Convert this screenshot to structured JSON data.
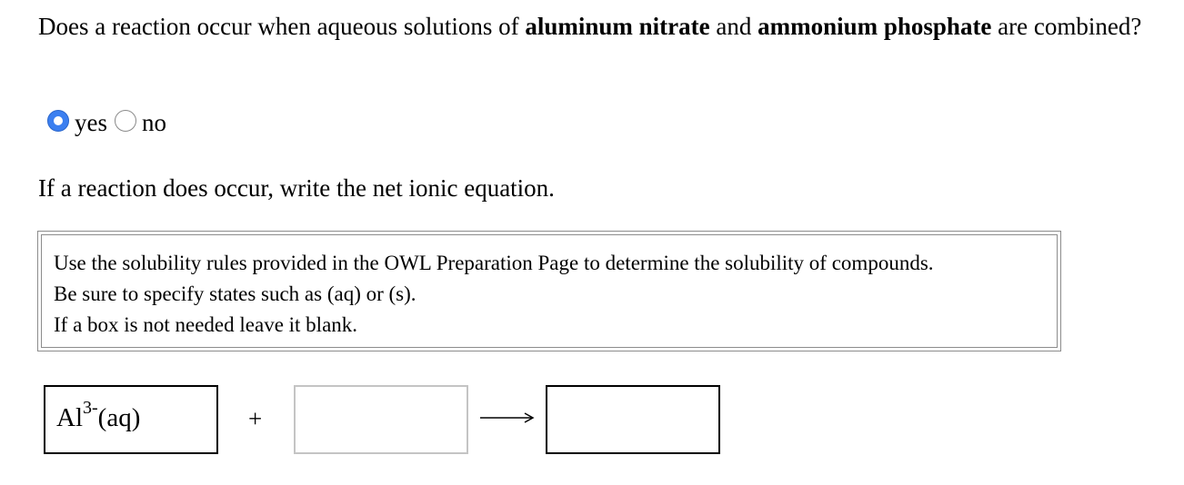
{
  "question": {
    "part1": "Does a reaction occur when aqueous solutions of ",
    "reactant1": "aluminum nitrate",
    "part2": " and ",
    "reactant2": "ammonium phosphate",
    "part3": " are combined?"
  },
  "answer_options": [
    {
      "label": "yes",
      "checked": true
    },
    {
      "label": "no",
      "checked": false
    }
  ],
  "instruction": "If a reaction does occur, write the net ionic equation.",
  "rules": [
    "Use the solubility rules provided in the OWL Preparation Page to determine the solubility of compounds.",
    "Be sure to specify states such as (aq) or (s).",
    "If a box is not needed leave it blank."
  ],
  "equation": {
    "reactant1": {
      "symbol": "Al",
      "charge": "3-",
      "state": "(aq)"
    },
    "plus_sign": "+",
    "reactant2": "",
    "product": ""
  },
  "colors": {
    "radio_checked": "#3b7ff0",
    "box_border": "#8c8c8c"
  }
}
